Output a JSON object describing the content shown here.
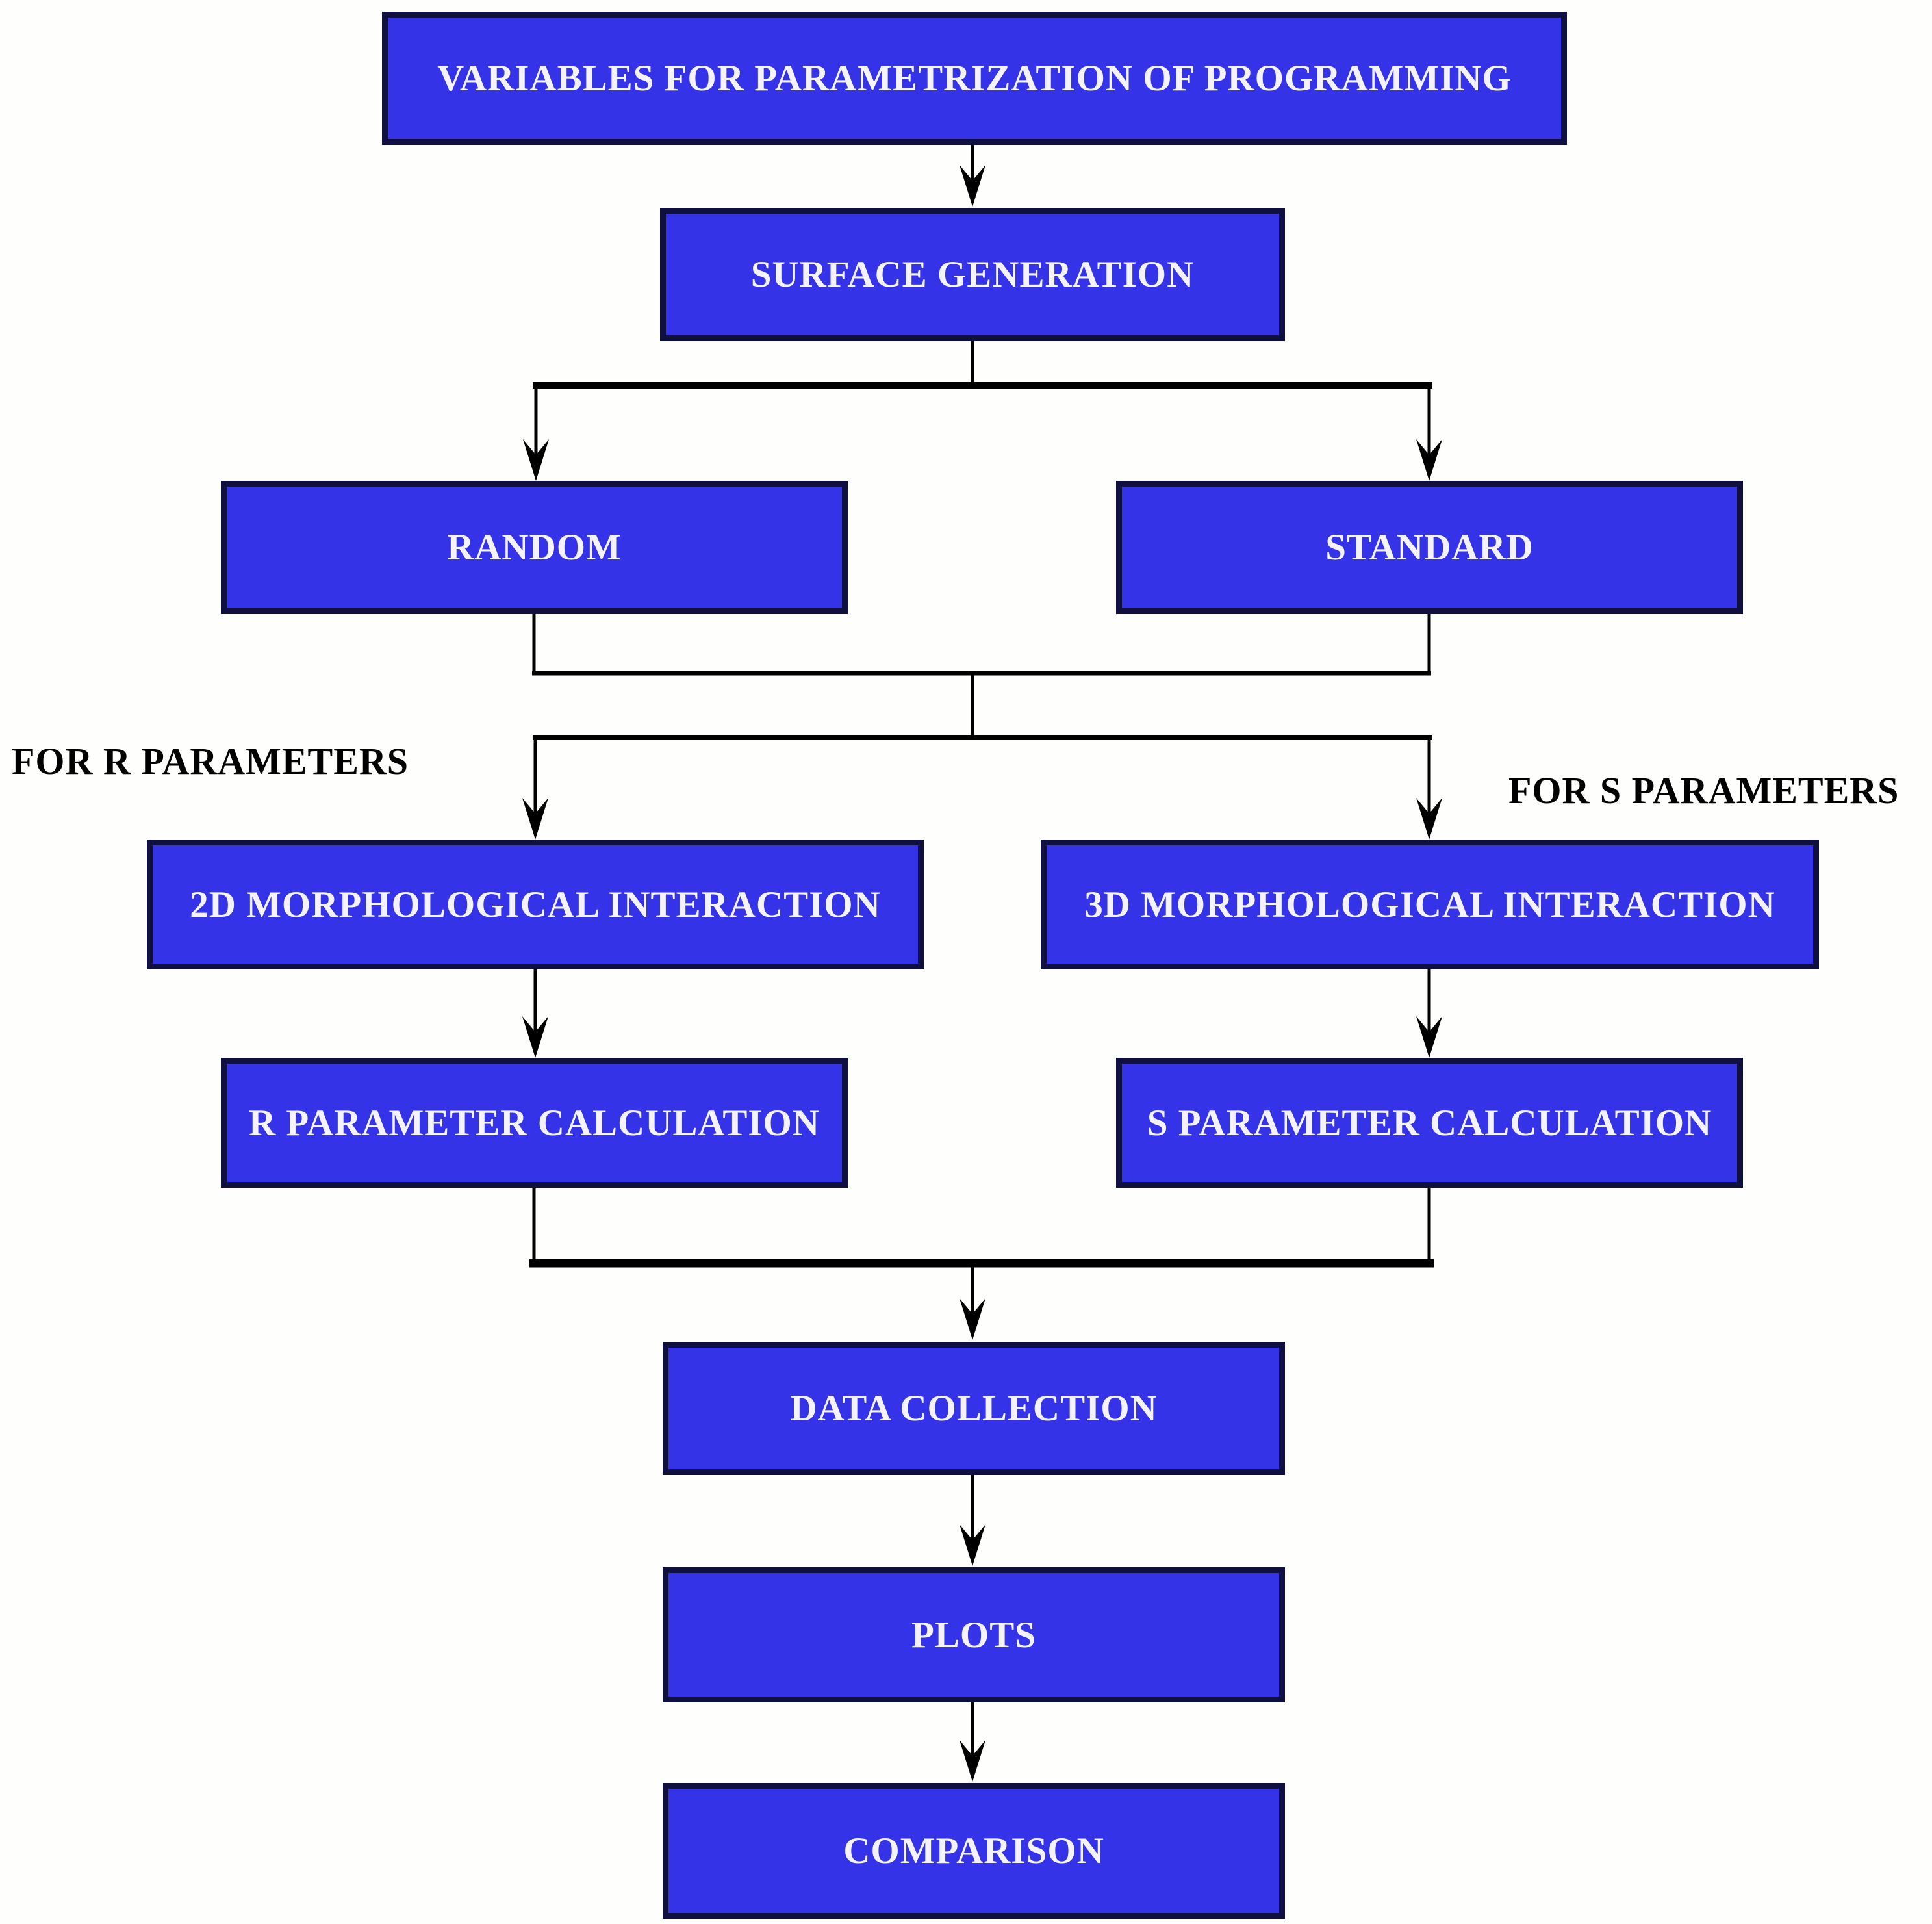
{
  "diagram": {
    "type": "flowchart",
    "nodes": {
      "variables": {
        "label": "VARIABLES FOR PARAMETRIZATION OF PROGRAMMING"
      },
      "surface": {
        "label": "SURFACE GENERATION"
      },
      "random": {
        "label": "RANDOM"
      },
      "standard": {
        "label": "STANDARD"
      },
      "morph2d": {
        "label": "2D MORPHOLOGICAL INTERACTION"
      },
      "morph3d": {
        "label": "3D MORPHOLOGICAL INTERACTION"
      },
      "rcalc": {
        "label": "R PARAMETER CALCULATION"
      },
      "scalc": {
        "label": "S PARAMETER CALCULATION"
      },
      "datacollection": {
        "label": "DATA COLLECTION"
      },
      "plots": {
        "label": "PLOTS"
      },
      "comparison": {
        "label": "COMPARISON"
      }
    },
    "annotations": {
      "for_r": "FOR R PARAMETERS",
      "for_s": "FOR S PARAMETERS"
    },
    "edges": [
      "variables -> surface",
      "surface -> random",
      "surface -> standard",
      "random+standard -> morph2d (FOR R PARAMETERS branch)",
      "random+standard -> morph3d (FOR S PARAMETERS branch)",
      "morph2d -> rcalc",
      "morph3d -> scalc",
      "rcalc+scalc -> datacollection",
      "datacollection -> plots",
      "plots -> comparison"
    ],
    "colors": {
      "box_fill": "#3533e8",
      "box_border": "#101040",
      "box_text": "#f4f3fc",
      "annotation_text": "#000000",
      "connector": "#000000",
      "background": "#fefefd"
    }
  }
}
